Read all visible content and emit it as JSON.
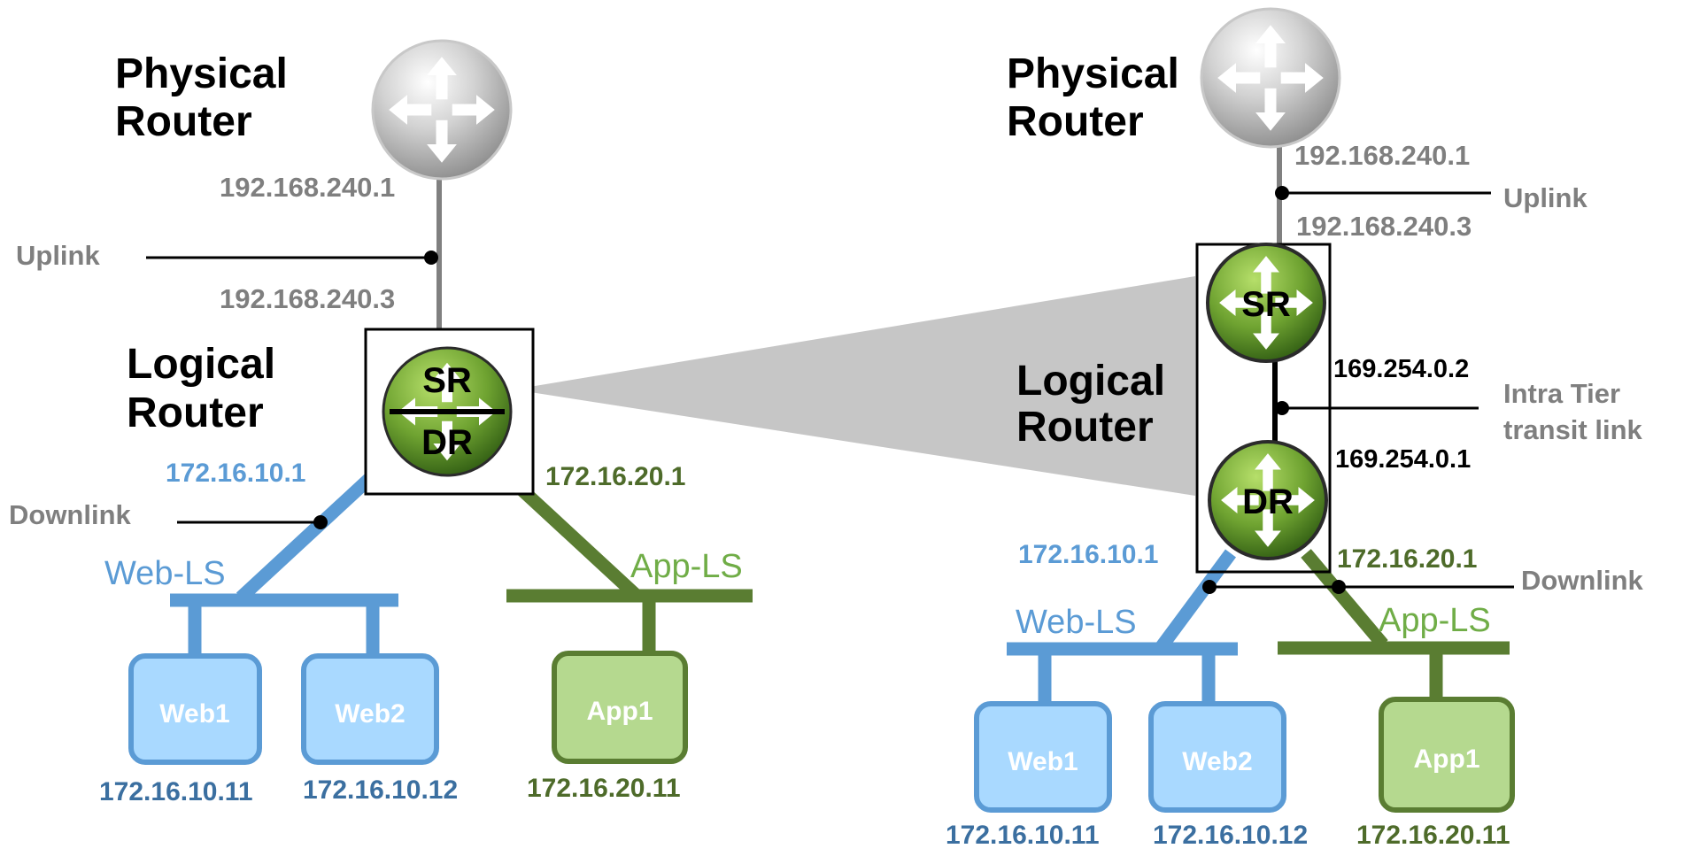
{
  "left": {
    "physical_router_label": [
      "Physical",
      "Router"
    ],
    "uplink_label": "Uplink",
    "uplink_ip_top": "192.168.240.1",
    "uplink_ip_bottom": "192.168.240.3",
    "logical_router_label": [
      "Logical",
      "Router"
    ],
    "router_sr": "SR",
    "router_dr": "DR",
    "web_gateway_ip": "172.16.10.1",
    "app_gateway_ip": "172.16.20.1",
    "downlink_label": "Downlink",
    "web_ls_label": "Web-LS",
    "app_ls_label": "App-LS",
    "vms": [
      {
        "name": "Web1",
        "ip": "172.16.10.11"
      },
      {
        "name": "Web2",
        "ip": "172.16.10.12"
      },
      {
        "name": "App1",
        "ip": "172.16.20.11"
      }
    ]
  },
  "right": {
    "physical_router_label": [
      "Physical",
      "Router"
    ],
    "uplink_label": "Uplink",
    "uplink_ip_top": "192.168.240.1",
    "uplink_ip_bottom": "192.168.240.3",
    "logical_router_label": [
      "Logical",
      "Router"
    ],
    "router_sr": "SR",
    "router_dr": "DR",
    "transit_ip_top": "169.254.0.2",
    "transit_ip_bottom": "169.254.0.1",
    "transit_label": [
      "Intra Tier",
      "transit link"
    ],
    "web_gateway_ip": "172.16.10.1",
    "app_gateway_ip": "172.16.20.1",
    "downlink_label": "Downlink",
    "web_ls_label": "Web-LS",
    "app_ls_label": "App-LS",
    "vms": [
      {
        "name": "Web1",
        "ip": "172.16.10.11"
      },
      {
        "name": "Web2",
        "ip": "172.16.10.12"
      },
      {
        "name": "App1",
        "ip": "172.16.20.11"
      }
    ]
  },
  "colors": {
    "web": "#5b9bd5",
    "app": "#5a7d32",
    "uplink_wire": "#808080",
    "label_gray": "#7f7f7f"
  }
}
